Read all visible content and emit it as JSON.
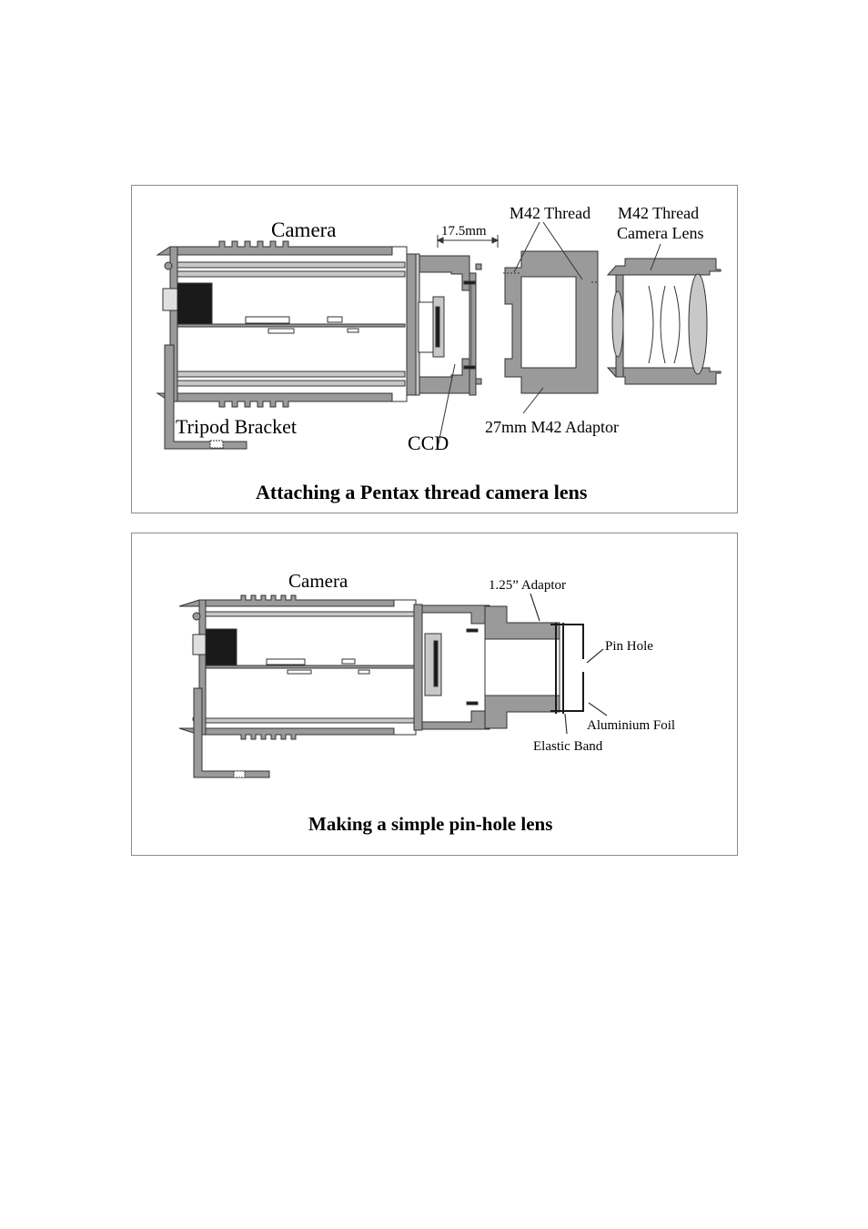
{
  "diagram1": {
    "caption": "Attaching a Pentax thread camera lens",
    "labels": {
      "camera": "Camera",
      "dimension": "17.5mm",
      "m42_thread": "M42 Thread",
      "lens_line1": "M42 Thread",
      "lens_line2": "Camera Lens",
      "tripod": "Tripod Bracket",
      "ccd": "CCD",
      "adaptor": "27mm M42 Adaptor"
    }
  },
  "diagram2": {
    "caption": "Making a simple pin-hole lens",
    "labels": {
      "camera": "Camera",
      "adaptor": "1.25” Adaptor",
      "pin_hole": "Pin Hole",
      "foil": "Aluminium Foil",
      "elastic": "Elastic Band"
    }
  },
  "colors": {
    "body": "#9a9a9a",
    "light": "#c8c8c8",
    "dark": "#1a1a1a",
    "outline": "#333333"
  }
}
